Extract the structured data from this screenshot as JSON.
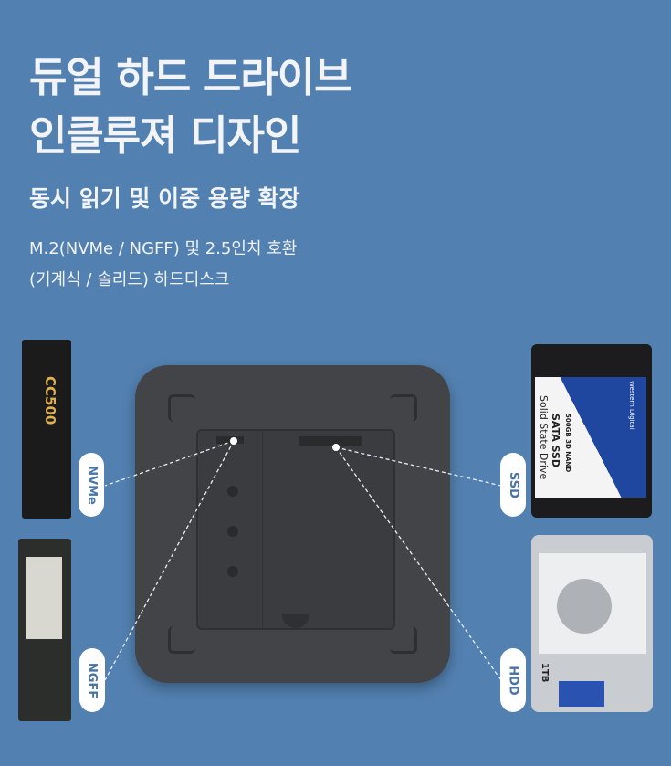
{
  "headline": {
    "line1": "듀얼 하드 드라이브",
    "line2": "인클루져 디자인"
  },
  "subtitle": "동시 읽기 및 이중 용량 확장",
  "description": {
    "line1": "M.2(NVMe / NGFF) 및 2.5인치 호환",
    "line2": "(기계식 / 솔리드) 하드디스크"
  },
  "labels": {
    "nvme": "NVMe",
    "ngff": "NGFF",
    "ssd": "SSD",
    "hdd": "HDD"
  },
  "nvme_stick": {
    "brand": "CC500"
  },
  "ssd": {
    "brand": "Western Digital",
    "capacity": "500GB 3D NAND",
    "type": "SATA SSD",
    "name": "Solid State Drive"
  },
  "hdd": {
    "capacity": "1TB"
  },
  "colors": {
    "background": "#5280b0",
    "ssd_blue": "#1f47a0"
  }
}
